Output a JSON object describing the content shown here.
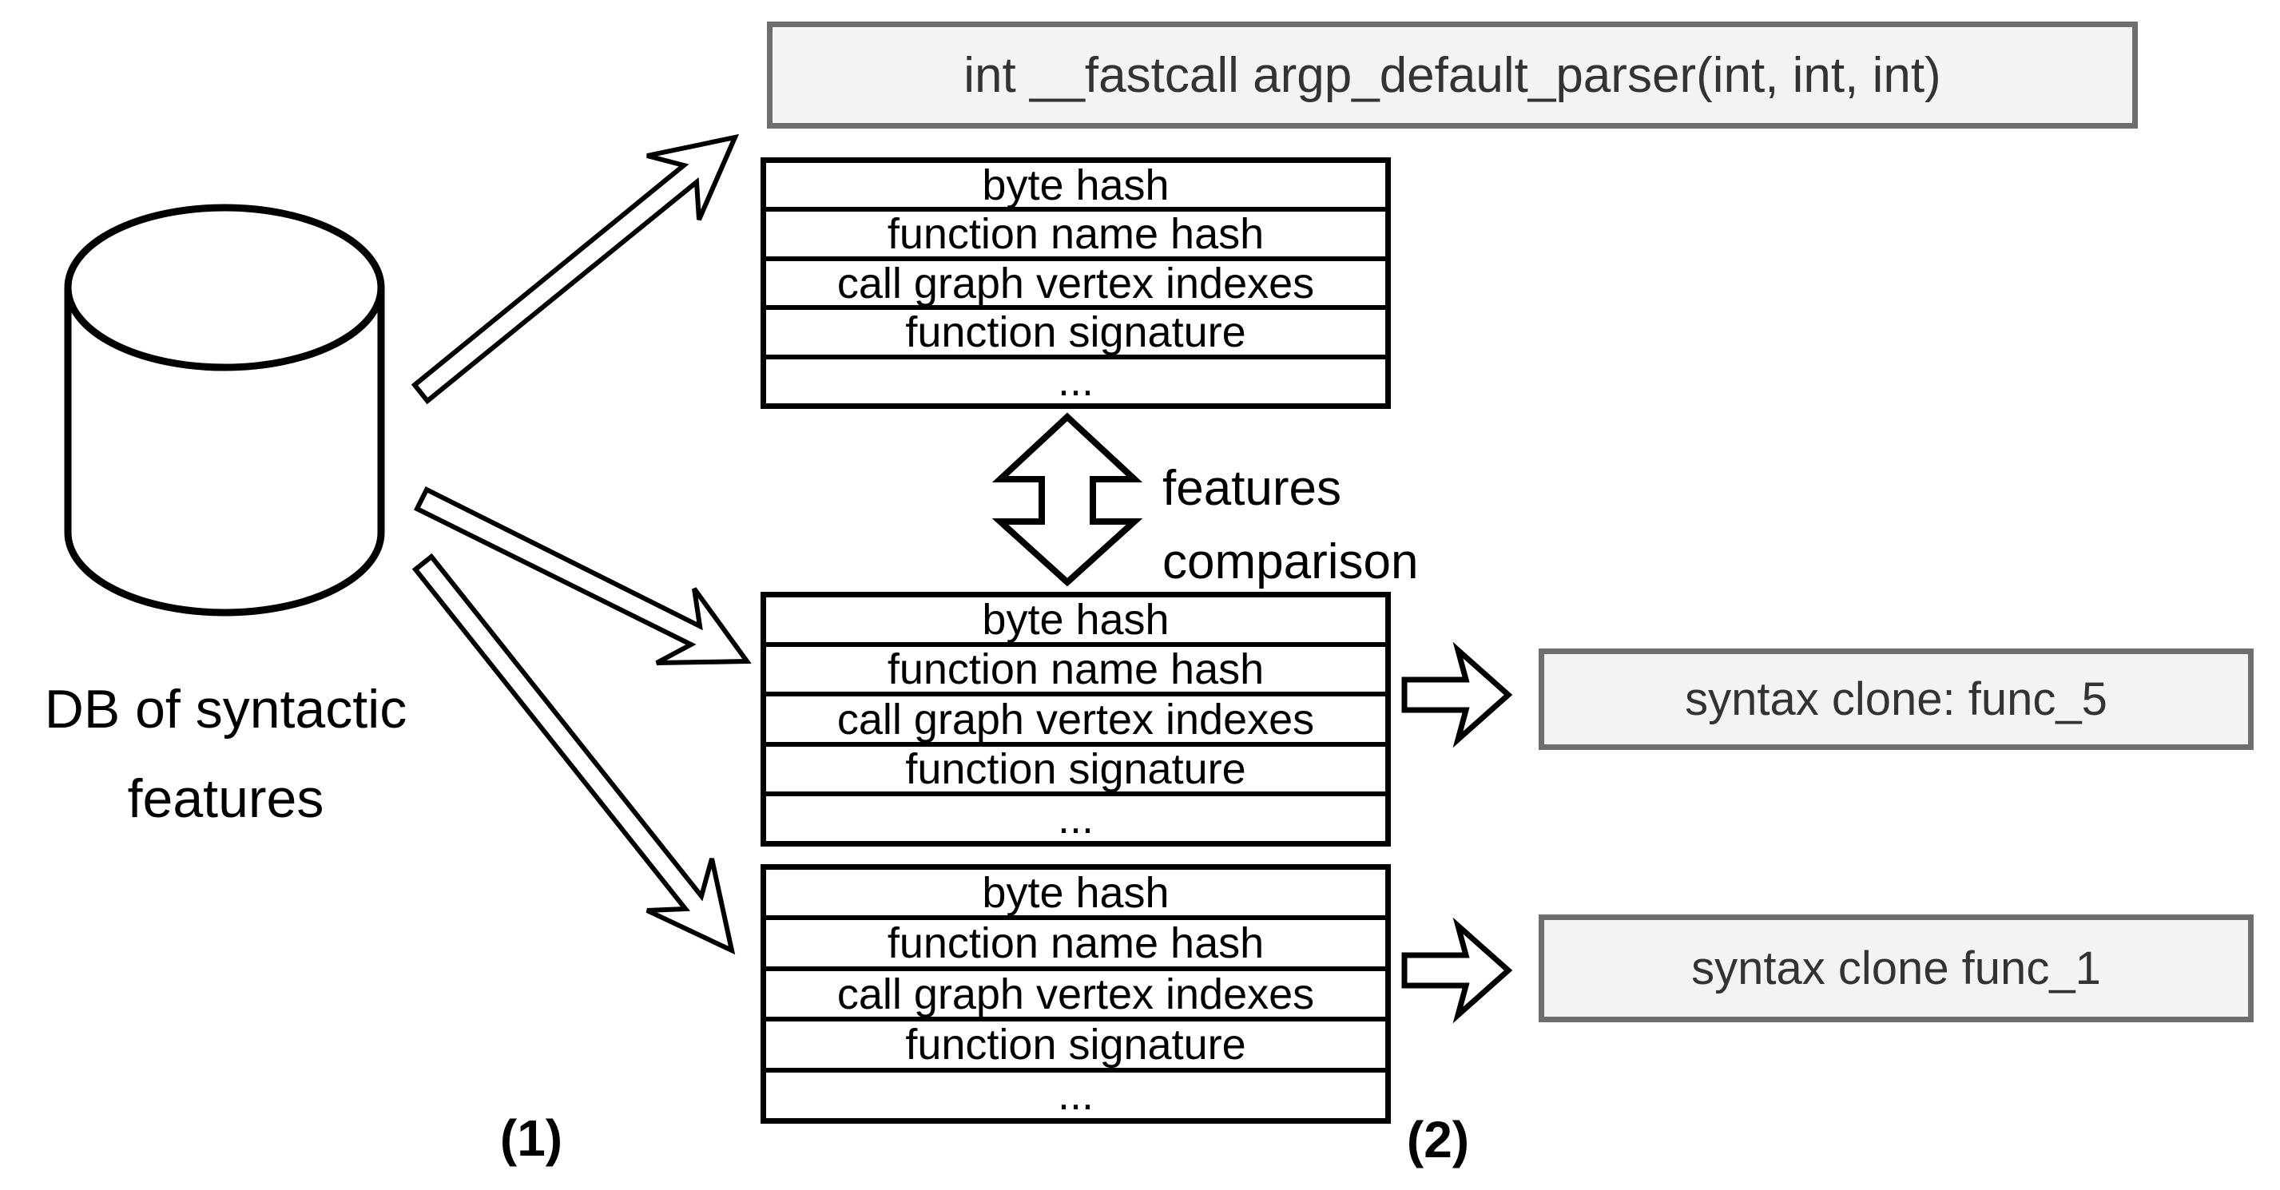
{
  "diagram": {
    "database": {
      "label_line1": "DB of syntactic",
      "label_line2": "features"
    },
    "function_box": {
      "label": "int __fastcall argp_default_parser(int, int, int)"
    },
    "feature_table_rows": [
      "byte hash",
      "function name hash",
      "call graph vertex indexes",
      "function signature",
      "..."
    ],
    "comparison": {
      "line1": "features",
      "line2": "comparison"
    },
    "results": [
      {
        "label": "syntax clone: func_5"
      },
      {
        "label": "syntax clone func_1"
      }
    ],
    "step_labels": {
      "left": "(1)",
      "right": "(2)"
    },
    "colors": {
      "outline": "#000000",
      "box_fill": "#f3f3f3",
      "box_border": "#6e6e6e",
      "box_text": "#333333"
    }
  }
}
